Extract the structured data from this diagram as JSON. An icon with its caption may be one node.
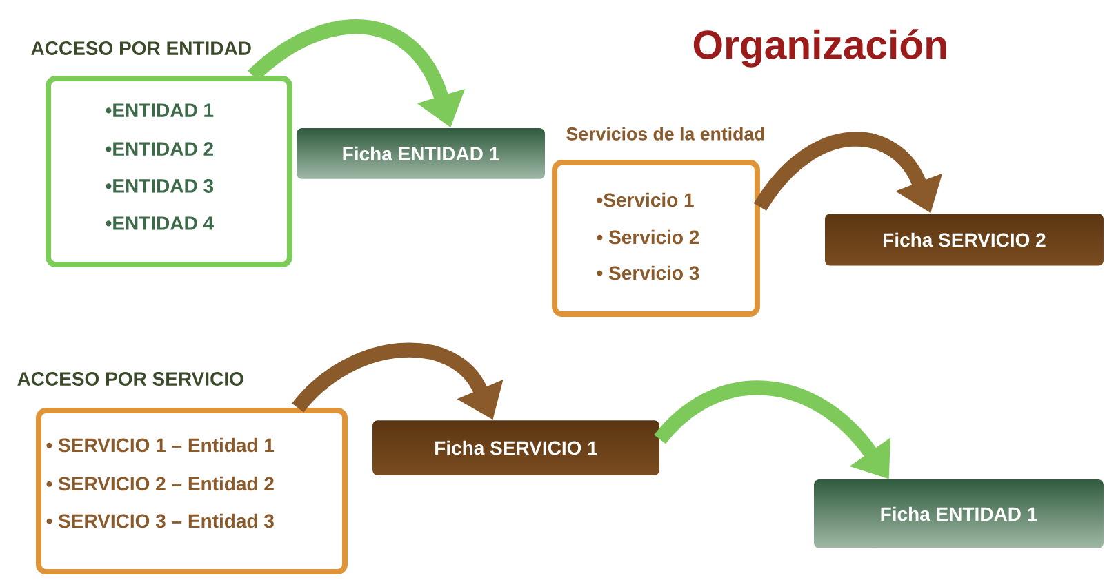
{
  "diagram": {
    "title": "Organización",
    "nodes": [
      {
        "text": [
          "ACCESO POR ENTIDAD",
          "•ENTIDAD 1",
          "•ENTIDAD 2",
          "•ENTIDAD 3",
          "•ENTIDAD 4"
        ]
      },
      {
        "text": [
          "Ficha ENTIDAD 1"
        ]
      },
      {
        "text": [
          "Servicios de la entidad",
          "•Servicio 1",
          "• Servicio 2",
          "• Servicio 3"
        ]
      },
      {
        "text": [
          "Ficha SERVICIO 2"
        ]
      },
      {
        "text": [
          "ACCESO POR SERVICIO",
          "• SERVICIO 1 – Entidad 1",
          "• SERVICIO 2 – Entidad 2",
          "• SERVICIO 3 – Entidad 3"
        ]
      },
      {
        "text": [
          "Ficha SERVICIO 1"
        ]
      },
      {
        "text": [
          "Ficha ENTIDAD 1"
        ]
      }
    ],
    "edges": [
      {
        "from": 0,
        "to": 1,
        "arrow": "to",
        "color": "#7dc95a"
      },
      {
        "from": 2,
        "to": 3,
        "arrow": "to",
        "color": "#8b5a2b"
      },
      {
        "from": 4,
        "to": 5,
        "arrow": "to",
        "color": "#8b5a2b"
      },
      {
        "from": 5,
        "to": 6,
        "arrow": "to",
        "color": "#7dc95a"
      }
    ]
  }
}
